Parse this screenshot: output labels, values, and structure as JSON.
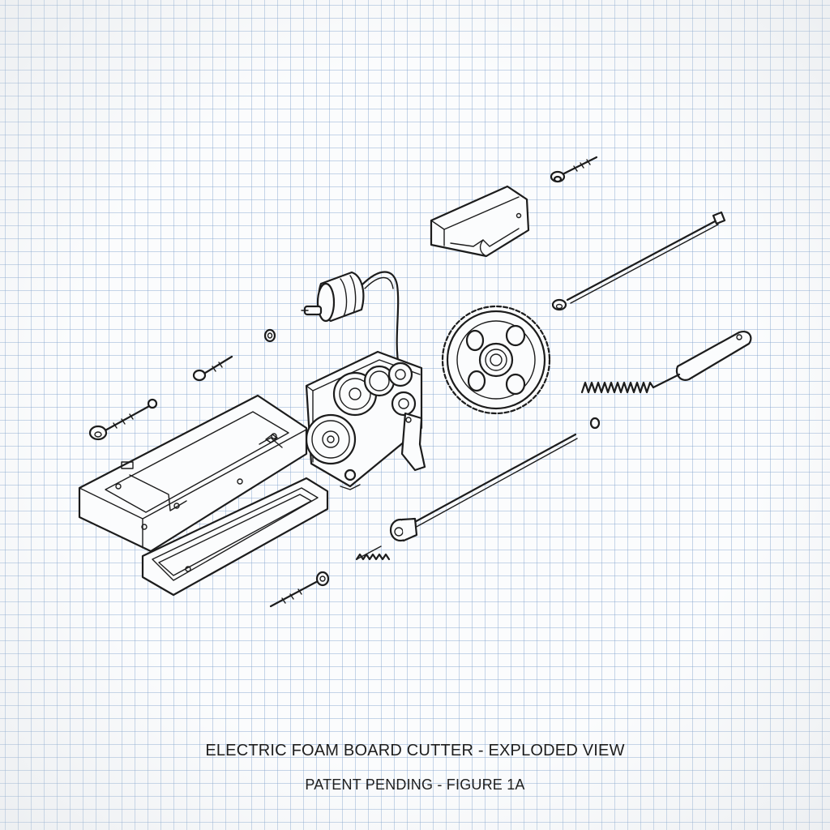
{
  "figure": {
    "title": "ELECTRIC FOAM BOARD CUTTER - EXPLODED VIEW",
    "subtitle": "PATENT PENDING - FIGURE 1A"
  },
  "parts": [
    "motor",
    "gearbox",
    "drive-gear",
    "wire-bracket",
    "handle-lower-housing",
    "battery-cover",
    "push-rod",
    "guide-rod",
    "tension-spring-handle",
    "screws",
    "set-screw",
    "washer"
  ],
  "style": {
    "paper": "#fbfcfd",
    "grid": "#82a5cd",
    "ink": "#1c1c1c"
  }
}
